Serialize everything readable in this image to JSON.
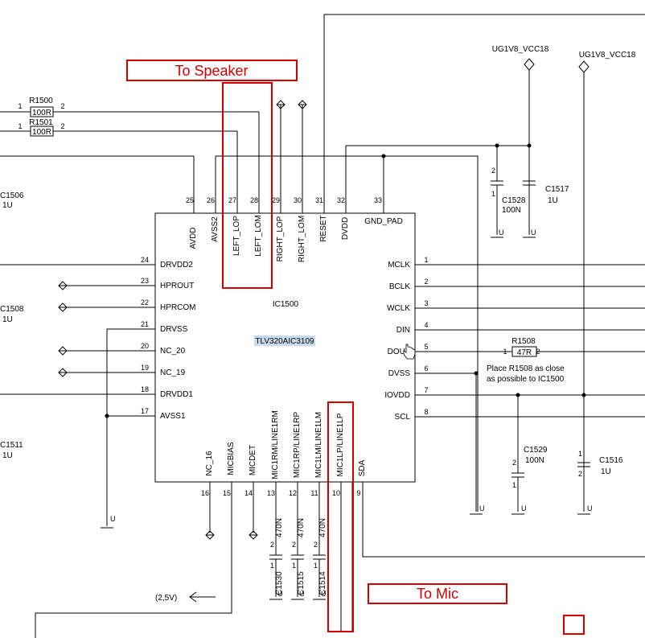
{
  "chip": {
    "ref": "IC1500",
    "part": "TLV320AIC3109",
    "top_pins": [
      {
        "num": "25",
        "name": "AVDD"
      },
      {
        "num": "26",
        "name": "AVSS2"
      },
      {
        "num": "27",
        "name": "LEFT_LOP"
      },
      {
        "num": "28",
        "name": "LEFT_LOM"
      },
      {
        "num": "29",
        "name": "RIGHT_LOP"
      },
      {
        "num": "30",
        "name": "RIGHT_LOM"
      },
      {
        "num": "31",
        "name": "RESET"
      },
      {
        "num": "32",
        "name": "DVDD"
      },
      {
        "num": "33",
        "name": "GND_PAD"
      }
    ],
    "left_pins": [
      {
        "num": "24",
        "name": "DRVDD2"
      },
      {
        "num": "23",
        "name": "HPROUT"
      },
      {
        "num": "22",
        "name": "HPRCOM"
      },
      {
        "num": "21",
        "name": "DRVSS"
      },
      {
        "num": "20",
        "name": "NC_20"
      },
      {
        "num": "19",
        "name": "NC_19"
      },
      {
        "num": "18",
        "name": "DRVDD1"
      },
      {
        "num": "17",
        "name": "AVSS1"
      }
    ],
    "right_pins": [
      {
        "num": "1",
        "name": "MCLK"
      },
      {
        "num": "2",
        "name": "BCLK"
      },
      {
        "num": "3",
        "name": "WCLK"
      },
      {
        "num": "4",
        "name": "DIN"
      },
      {
        "num": "5",
        "name": "DOUT"
      },
      {
        "num": "6",
        "name": "DVSS"
      },
      {
        "num": "7",
        "name": "IOVDD"
      },
      {
        "num": "8",
        "name": "SCL"
      }
    ],
    "bottom_pins": [
      {
        "num": "16",
        "name": "NC_16"
      },
      {
        "num": "15",
        "name": "MICBIAS"
      },
      {
        "num": "14",
        "name": "MICDET"
      },
      {
        "num": "13",
        "name": "MIC1RM/LINE1RM"
      },
      {
        "num": "12",
        "name": "MIC1RP/LINE1RP"
      },
      {
        "num": "11",
        "name": "MIC1LM/LINE1LM"
      },
      {
        "num": "10",
        "name": "MIC1LP/LINE1LP"
      },
      {
        "num": "9",
        "name": "SDA"
      }
    ]
  },
  "resistors": [
    {
      "ref": "R1500",
      "value": "100R",
      "pin1": "1",
      "pin2": "2"
    },
    {
      "ref": "R1501",
      "value": "100R",
      "pin1": "1",
      "pin2": "2"
    },
    {
      "ref": "R1508",
      "value": "47R",
      "pin1": "1",
      "pin2": "2"
    }
  ],
  "capacitors": [
    {
      "ref": "C1506",
      "value": "1U"
    },
    {
      "ref": "C1508",
      "value": "1U"
    },
    {
      "ref": "C1511",
      "value": "1U"
    },
    {
      "ref": "C1528",
      "value": "100N"
    },
    {
      "ref": "C1517",
      "value": "1U"
    },
    {
      "ref": "C1529",
      "value": "100N"
    },
    {
      "ref": "C1516",
      "value": "1U"
    },
    {
      "ref": "C1530",
      "value": "470N"
    },
    {
      "ref": "C1515",
      "value": "470N"
    },
    {
      "ref": "C1514",
      "value": "470N"
    }
  ],
  "power": {
    "vcc_a": "UG1V8_VCC18",
    "vcc_b": "UG1V8_VCC18",
    "ground": "U",
    "cap_pin1": "1",
    "cap_pin2": "2"
  },
  "notes": {
    "placement": "Place R1508 as close",
    "placement2": "as possible to IC1500",
    "micbias": "(2,5V)"
  },
  "annotations": {
    "speaker": "To Speaker",
    "mic": "To Mic"
  },
  "colors": {
    "highlight": "#d40000",
    "part_bg": "#c9dcef",
    "wire": "#000000"
  }
}
